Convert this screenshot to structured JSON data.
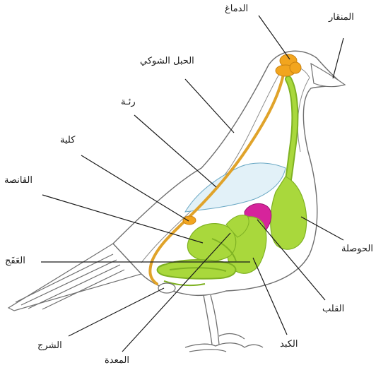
{
  "colors": {
    "outline": "#6f6f6f",
    "spine": "#e0a32a",
    "brain": "#f2a51e",
    "organ": "#a9d83c",
    "organ_dark": "#7fb223",
    "lung": "#e2f1f8",
    "heart": "#d6249b",
    "leader": "#1a1a1a"
  },
  "labels": {
    "brain": "الدماغ",
    "beak": "المنقار",
    "spinal_cord": "الحبل الشوكي",
    "lung": "رئـة",
    "kidney": "كلية",
    "gizzard": "القانصة",
    "intestine": "العَفَج",
    "crop": "الحوصلة",
    "heart": "القلب",
    "liver": "الكبد",
    "cloaca": "الشرج",
    "stomach": "المعدة"
  }
}
